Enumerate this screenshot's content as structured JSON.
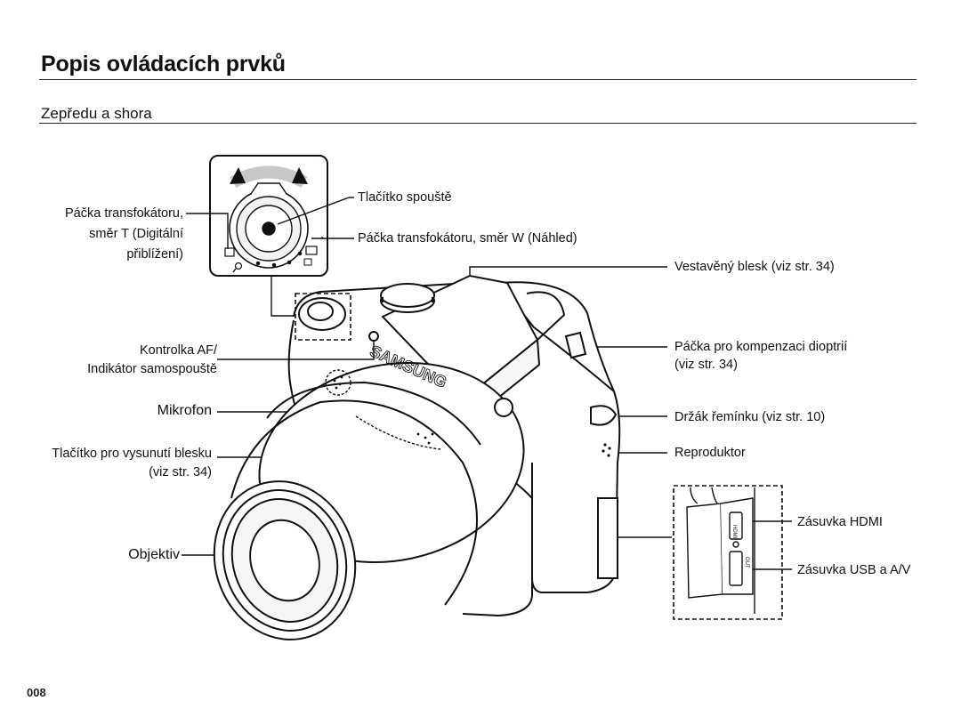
{
  "page": {
    "title": "Popis ovládacích prvků",
    "section": "Zepředu a shora",
    "page_number": "008"
  },
  "callouts": {
    "zoom_t_1": "Páčka transfokátoru,",
    "zoom_t_2": "směr T (Digitální",
    "zoom_t_3": "přiblížení)",
    "shutter": "Tlačítko spouště",
    "zoom_w": "Páčka transfokátoru, směr W (Náhled)",
    "flash": "Vestavěný blesk (viz str. 34)",
    "af_1": "Kontrolka AF/",
    "af_2": "Indikátor samospouště",
    "diopter_1": "Páčka pro kompenzaci dioptrií",
    "diopter_2": "(viz str. 34)",
    "mic": "Mikrofon",
    "strap": "Držák řemínku (viz str. 10)",
    "flash_btn_1": "Tlačítko pro vysunutí blesku",
    "flash_btn_2": "(viz str. 34)",
    "speaker": "Reproduktor",
    "hdmi": "Zásuvka HDMI",
    "usb": "Zásuvka USB a A/V",
    "lens": "Objektiv"
  },
  "camera": {
    "brand_text": "SAMSUNG",
    "hdmi_port_text": "HDMI",
    "usb_port_text": "OUT"
  }
}
